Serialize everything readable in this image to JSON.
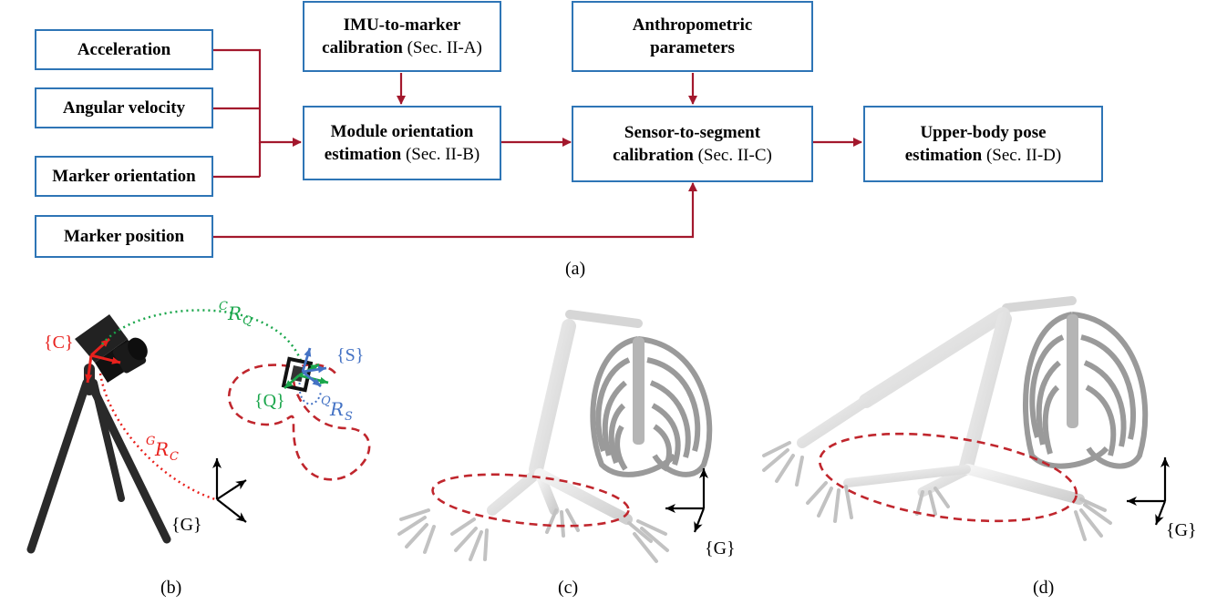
{
  "blocks": {
    "acceleration": "Acceleration",
    "angular_velocity": "Angular velocity",
    "marker_orientation": "Marker orientation",
    "marker_position": "Marker position",
    "imu_calib_bold1": "IMU-to-marker",
    "imu_calib_bold2": "calibration",
    "imu_calib_ref": " (Sec. II-A)",
    "module_bold1": "Module orientation",
    "module_bold2": "estimation",
    "module_ref": " (Sec. II-B)",
    "anthro_line1": "Anthropometric",
    "anthro_line2": "parameters",
    "s2s_bold1": "Sensor-to-segment",
    "s2s_bold2": "calibration",
    "s2s_ref": " (Sec. II-C)",
    "pose_bold1": "Upper-body pose",
    "pose_bold2": "estimation",
    "pose_ref": " (Sec. II-D)"
  },
  "captions": {
    "a": "(a)",
    "b": "(b)",
    "c": "(c)",
    "d": "(d)"
  },
  "frames": {
    "camera": "{C}",
    "sensor": "{S}",
    "marker": "{Q}",
    "global_b": "{G}",
    "global_c": "{G}",
    "global_d": "{G}"
  },
  "rotations": {
    "c_rq_sup": "C",
    "c_rq_base": "R",
    "c_rq_sub": "Q",
    "q_rs_sup": "Q",
    "q_rs_base": "R",
    "q_rs_sub": "S",
    "g_rc_sup": "G",
    "g_rc_base": "R",
    "g_rc_sub": "C"
  },
  "colors": {
    "box_border": "#2e75b6",
    "arrow": "#a3182d",
    "loop_dashed": "#c0262d",
    "green": "#1aa64b",
    "blue": "#4472c4",
    "red": "#e8211d"
  }
}
